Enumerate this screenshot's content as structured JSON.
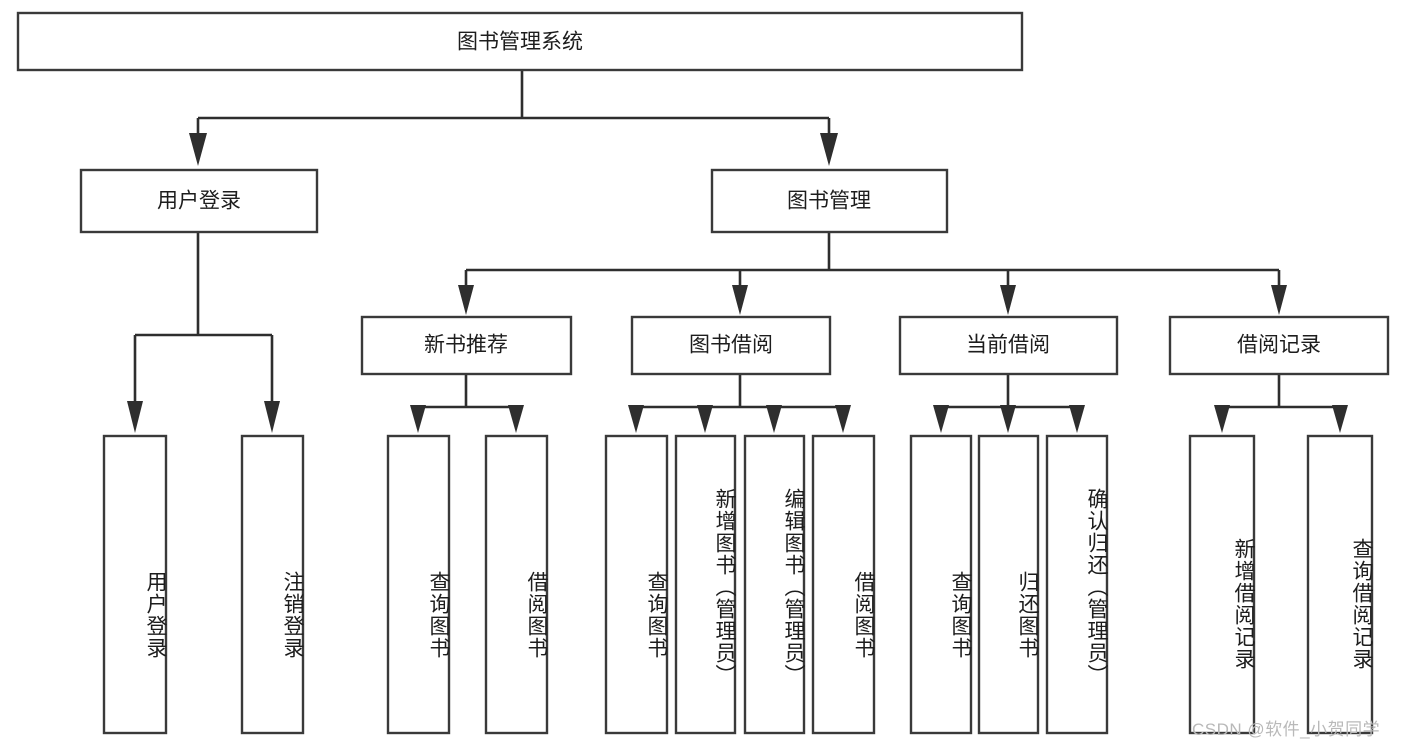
{
  "diagram": {
    "type": "tree",
    "title": "图书管理系统",
    "root": {
      "id": "root",
      "label": "图书管理系统",
      "orientation": "horizontal"
    },
    "level1": [
      {
        "id": "user-login",
        "label": "用户登录",
        "orientation": "horizontal"
      },
      {
        "id": "book-manage",
        "label": "图书管理",
        "orientation": "horizontal"
      }
    ],
    "level2": [
      {
        "id": "new-book-recommend",
        "label": "新书推荐",
        "parent": "book-manage",
        "orientation": "horizontal"
      },
      {
        "id": "book-borrow",
        "label": "图书借阅",
        "parent": "book-manage",
        "orientation": "horizontal"
      },
      {
        "id": "current-borrow",
        "label": "当前借阅",
        "parent": "book-manage",
        "orientation": "horizontal"
      },
      {
        "id": "borrow-record",
        "label": "借阅记录",
        "parent": "book-manage",
        "orientation": "horizontal"
      }
    ],
    "leaves": [
      {
        "id": "leaf-user-login",
        "label": "用户登录",
        "parent": "user-login",
        "orientation": "vertical"
      },
      {
        "id": "leaf-logout",
        "label": "注销登录",
        "parent": "user-login",
        "orientation": "vertical"
      },
      {
        "id": "leaf-query-book-1",
        "label": "查询图书",
        "parent": "new-book-recommend",
        "orientation": "vertical"
      },
      {
        "id": "leaf-borrow-book-1",
        "label": "借阅图书",
        "parent": "new-book-recommend",
        "orientation": "vertical"
      },
      {
        "id": "leaf-query-book-2",
        "label": "查询图书",
        "parent": "book-borrow",
        "orientation": "vertical"
      },
      {
        "id": "leaf-add-book",
        "label": "新增图书（管理员）",
        "parent": "book-borrow",
        "orientation": "vertical"
      },
      {
        "id": "leaf-edit-book",
        "label": "编辑图书（管理员）",
        "parent": "book-borrow",
        "orientation": "vertical"
      },
      {
        "id": "leaf-borrow-book-2",
        "label": "借阅图书",
        "parent": "book-borrow",
        "orientation": "vertical"
      },
      {
        "id": "leaf-query-book-3",
        "label": "查询图书",
        "parent": "current-borrow",
        "orientation": "vertical"
      },
      {
        "id": "leaf-return-book",
        "label": "归还图书",
        "parent": "current-borrow",
        "orientation": "vertical"
      },
      {
        "id": "leaf-confirm-return",
        "label": "确认归还（管理员）",
        "parent": "current-borrow",
        "orientation": "vertical"
      },
      {
        "id": "leaf-add-record",
        "label": "新增借阅记录",
        "parent": "borrow-record",
        "orientation": "vertical"
      },
      {
        "id": "leaf-query-record",
        "label": "查询借阅记录",
        "parent": "borrow-record",
        "orientation": "vertical"
      }
    ],
    "colors": {
      "box_stroke": "#3a3a3a",
      "box_fill": "#ffffff",
      "connector": "#2e2e2e",
      "text": "#1d1d1d",
      "background": "#ffffff",
      "watermark": "#b9b9b9"
    }
  },
  "watermark": {
    "text": "CSDN @软件_小贺同学"
  }
}
